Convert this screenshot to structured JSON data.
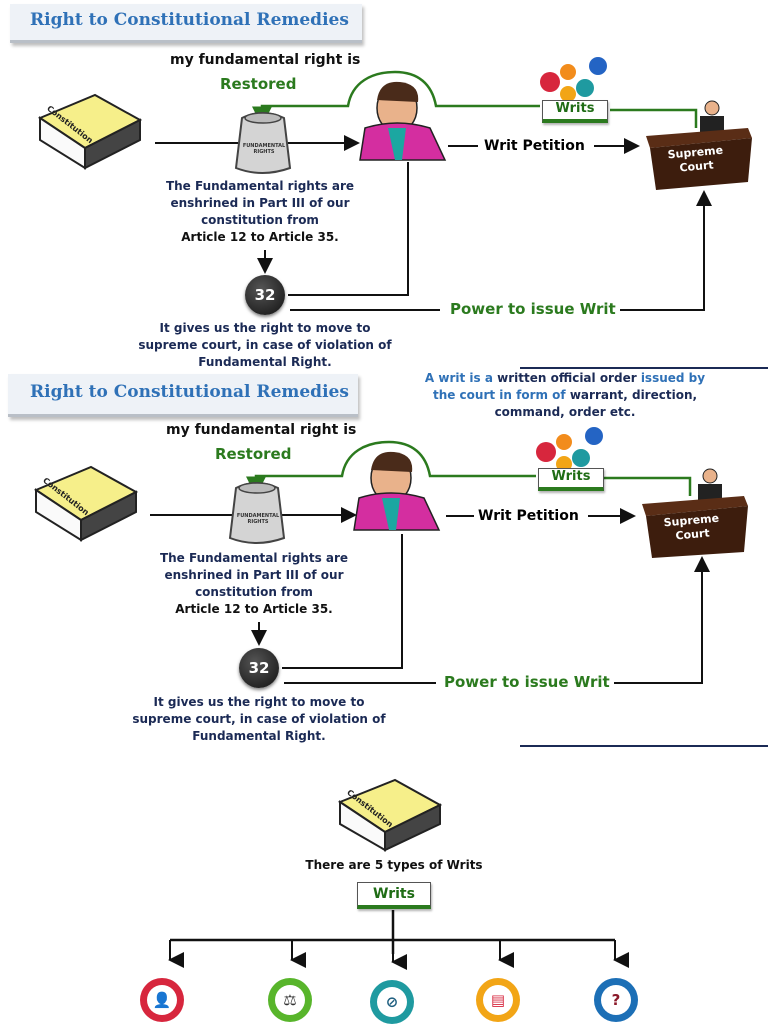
{
  "panel1": {
    "title": "Right to Constitutional Remedies",
    "restored_line1": "my fundamental right is",
    "restored_line2": "Restored",
    "book_label": "Constitution",
    "bag_label": "FUNDAMENTAL RIGHTS",
    "writs_label": "Writs",
    "writ_petition": "Writ Petition",
    "court_line1": "Supreme",
    "court_line2": "Court",
    "enshrined_l1": "The Fundamental rights are",
    "enshrined_l2": "enshrined in Part III of our",
    "enshrined_l3": "constitution from",
    "enshrined_l4": "Article 12 to Article 35.",
    "article_number": "32",
    "power": "Power to issue Writ",
    "bottom_l1": "It gives us the right to move to",
    "bottom_l2": "supreme court, in case of violation of",
    "bottom_l3": "Fundamental Right."
  },
  "panel2": {
    "title": "Right to Constitutional Remedies",
    "definition_l1_a": "A writ is a",
    "definition_l1_b": "written official order",
    "definition_l1_c": "issued by",
    "definition_l2_a": "the court in form of",
    "definition_l2_b": "warrant, direction,",
    "definition_l3": "command, order etc.",
    "restored_line1": "my fundamental right is",
    "restored_line2": "Restored",
    "book_label": "Constitution",
    "bag_label": "FUNDAMENTAL RIGHTS",
    "writs_label": "Writs",
    "writ_petition": "Writ Petition",
    "court_line1": "Supreme",
    "court_line2": "Court",
    "enshrined_l1": "The Fundamental rights are",
    "enshrined_l2": "enshrined in Part III of our",
    "enshrined_l3": "constitution from",
    "enshrined_l4": "Article 12 to Article 35.",
    "article_number": "32",
    "power": "Power to issue Writ",
    "bottom_l1": "It gives us the right to move to",
    "bottom_l2": "supreme court, in case of violation of",
    "bottom_l3": "Fundamental Right."
  },
  "panel3": {
    "book_label": "Constitution",
    "types_text": "There are 5 types of Writs",
    "writs_label": "Writs",
    "icons": [
      {
        "name": "judge-icon",
        "glyph": "👤",
        "color": "#d7263d"
      },
      {
        "name": "gavel-icon",
        "glyph": "⚖",
        "color": "#58b52b"
      },
      {
        "name": "prohibition-icon",
        "glyph": "⊘",
        "color": "#1f9aa0"
      },
      {
        "name": "document-icon",
        "glyph": "▤",
        "color": "#f2a516"
      },
      {
        "name": "question-shield-icon",
        "glyph": "?",
        "color": "#1c6fb6"
      }
    ]
  },
  "colors": {
    "title_blue": "#2f71b7",
    "green": "#2b7a1e",
    "navy": "#1b2a55"
  }
}
